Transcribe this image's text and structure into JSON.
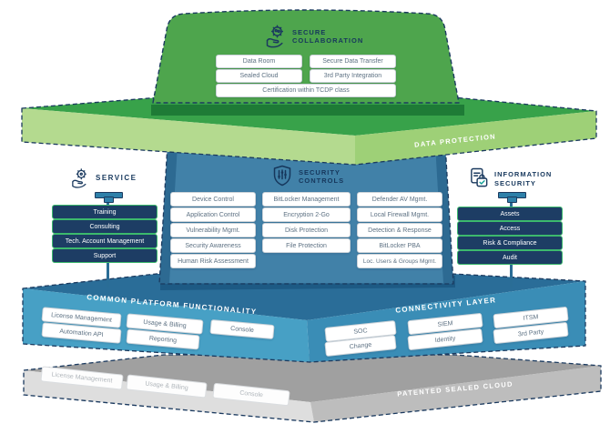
{
  "colors": {
    "green": "#4EA54D",
    "green_top": "#38A24A",
    "green_stripe": "#1E7B36",
    "green_face_left": "#B4DA8F",
    "green_face_right": "#9ED077",
    "navy": "#1B3A5F",
    "panel_blue": "#4181A8",
    "panel_pillar": "#2D6A92",
    "blue_top": "#2A6D98",
    "blue_stripe": "#1D5A84",
    "blue_face_left": "#47A0C5",
    "blue_face_right": "#3A8DB6",
    "gray_top": "#A0A0A0",
    "gray_face_left": "#DEDEDE",
    "gray_face_right": "#BDBDBD",
    "navy_box": "#1D3D64",
    "navy_box_border": "#3CB96D",
    "teal_accent": "#14A098"
  },
  "collaboration": {
    "title_line1": "SECURE",
    "title_line2": "COLLABORATION",
    "items": [
      "Data Room",
      "Secure Data Transfer",
      "Sealed Cloud",
      "3rd Party Integration"
    ],
    "wide_item": "Certification within TCDP class"
  },
  "data_protection": {
    "label": "DATA PROTECTION"
  },
  "service": {
    "title": "SERVICE",
    "items": [
      "Training",
      "Consulting",
      "Tech. Account Management",
      "Support"
    ]
  },
  "security_controls": {
    "title_line1": "SECURITY",
    "title_line2": "CONTROLS",
    "columns": [
      [
        "Device Control",
        "Application Control",
        "Vulnerability Mgmt.",
        "Security Awareness",
        "Human Risk Assessment"
      ],
      [
        "BitLocker Management",
        "Encryption 2-Go",
        "Disk Protection",
        "File Protection"
      ],
      [
        "Defender AV Mgmt.",
        "Local Firewall Mgmt.",
        "Detection & Response",
        "BitLocker PBA",
        "Loc. Users & Groups Mgmt."
      ]
    ]
  },
  "information_security": {
    "title_line1": "INFORMATION",
    "title_line2": "SECURITY",
    "items": [
      "Assets",
      "Access",
      "Risk & Compliance",
      "Audit"
    ]
  },
  "platform": {
    "label": "COMMON PLATFORM FUNCTIONALITY",
    "items": [
      "License Management",
      "Usage & Billing",
      "Console",
      "Automation API",
      "Reporting"
    ]
  },
  "connectivity": {
    "label": "CONNECTIVITY LAYER",
    "items": [
      "SOC",
      "SIEM",
      "ITSM",
      "Change",
      "Identity",
      "3rd Party"
    ]
  },
  "sealed_cloud": {
    "label": "PATENTED SEALED CLOUD",
    "items": [
      "License Management",
      "Usage & Billing",
      "Console"
    ]
  }
}
